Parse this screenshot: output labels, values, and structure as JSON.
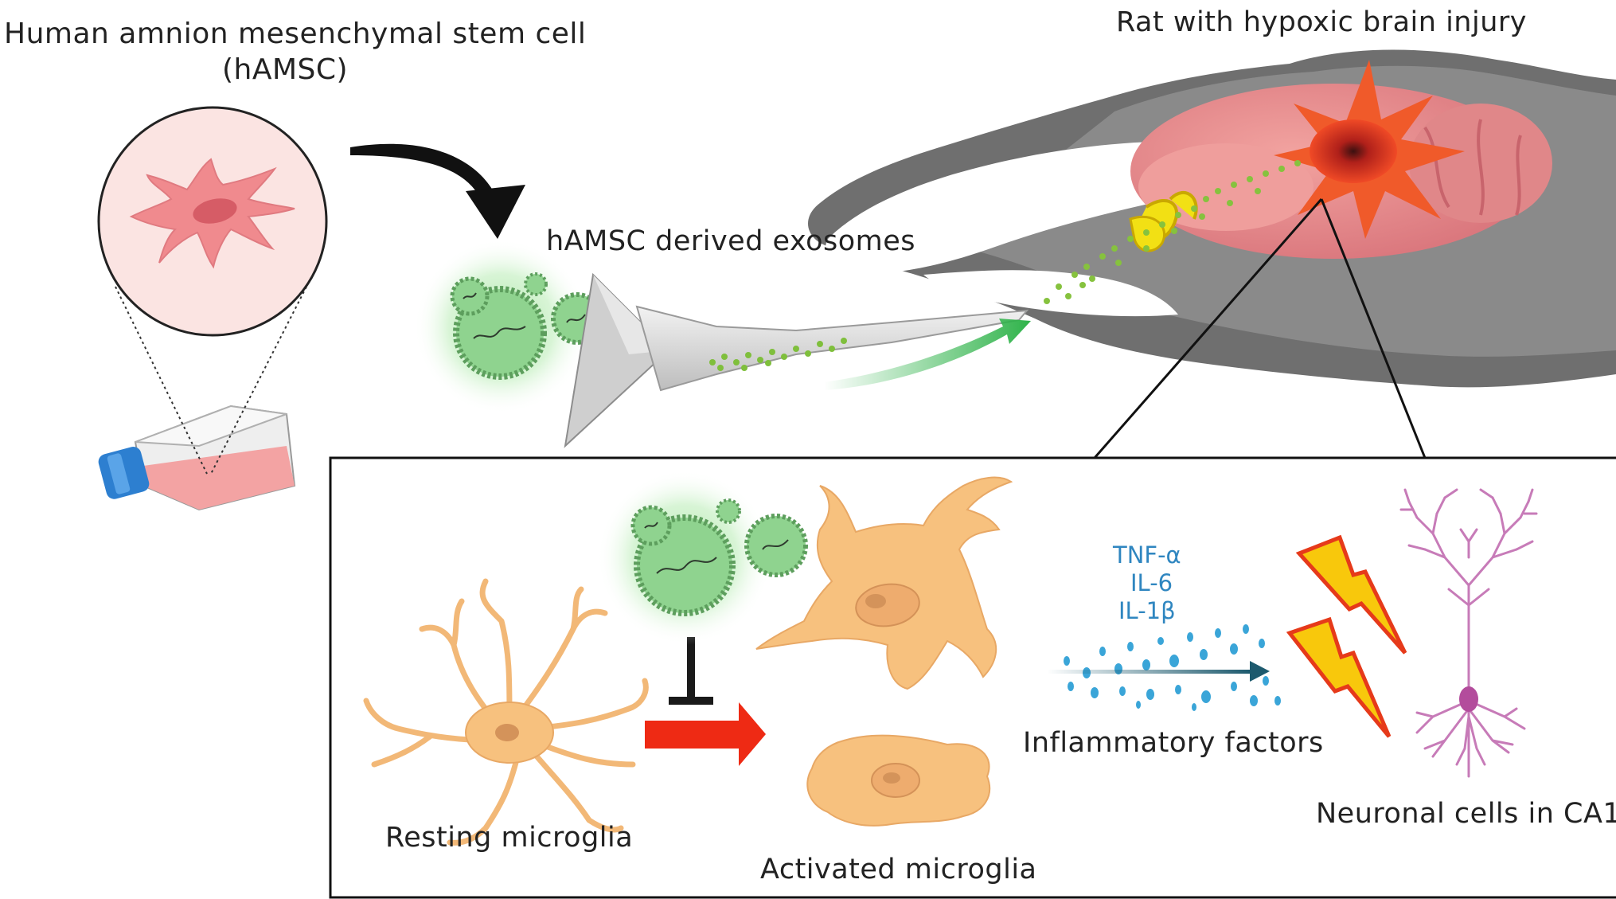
{
  "labels": {
    "hamsc_title": "Human amnion mesenchymal stem cell",
    "hamsc_abbr": "(hAMSC)",
    "rat": "Rat with hypoxic brain injury",
    "exosomes": "hAMSC derived exosomes",
    "resting": "Resting microglia",
    "activated": "Activated microglia",
    "inflammatory": "Inflammatory factors",
    "neuronal": "Neuronal cells in CA1"
  },
  "cytokines": [
    "TNF-α",
    "IL-6",
    "IL-1β"
  ],
  "colors": {
    "cell_pink": "#f08a8e",
    "exosome_green": "#8fd38f",
    "microglia_orange": "#f7c17e",
    "brain_pink": "#e58e8e",
    "lesion_red": "#e8361f",
    "arrow_red": "#ee2a14",
    "cytokine_blue": "#2f86c0",
    "lightning_yellow": "#f8c80c",
    "neuron_purple": "#c77bb8"
  }
}
